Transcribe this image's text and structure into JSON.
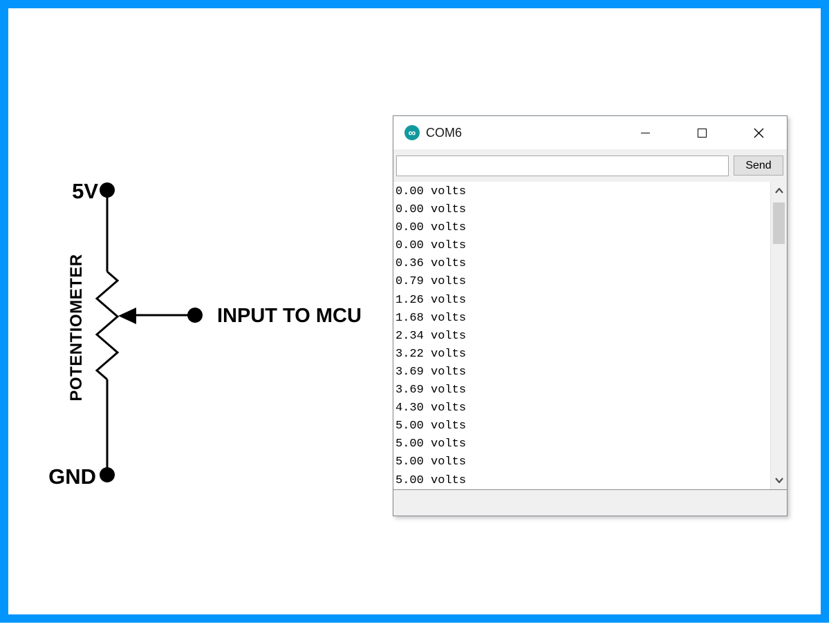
{
  "frame": {
    "border_color": "#0395fc"
  },
  "circuit": {
    "top_label": "5V",
    "bottom_label": "GND",
    "component_label": "POTENTIOMETER",
    "wiper_label": "INPUT TO MCU",
    "line_color": "#000000"
  },
  "window": {
    "title": "COM6",
    "icon_glyph": "∞",
    "send_button": "Send",
    "input_value": "",
    "output_lines": [
      "0.00 volts",
      "0.00 volts",
      "0.00 volts",
      "0.00 volts",
      "0.36 volts",
      "0.79 volts",
      "1.26 volts",
      "1.68 volts",
      "2.34 volts",
      "3.22 volts",
      "3.69 volts",
      "3.69 volts",
      "4.30 volts",
      "5.00 volts",
      "5.00 volts",
      "5.00 volts",
      "5.00 volts"
    ],
    "icons": {
      "app": "arduino-infinity-icon",
      "minimize": "minimize-icon",
      "maximize": "maximize-icon",
      "close": "close-icon",
      "scroll_up": "chevron-up-icon",
      "scroll_down": "chevron-down-icon"
    },
    "colors": {
      "arduino_teal": "#12999e",
      "titlebar_bg": "#ffffff",
      "toolbar_bg": "#f0f0f0",
      "scroll_thumb": "#cdcdcd",
      "window_border": "#80868b"
    }
  }
}
